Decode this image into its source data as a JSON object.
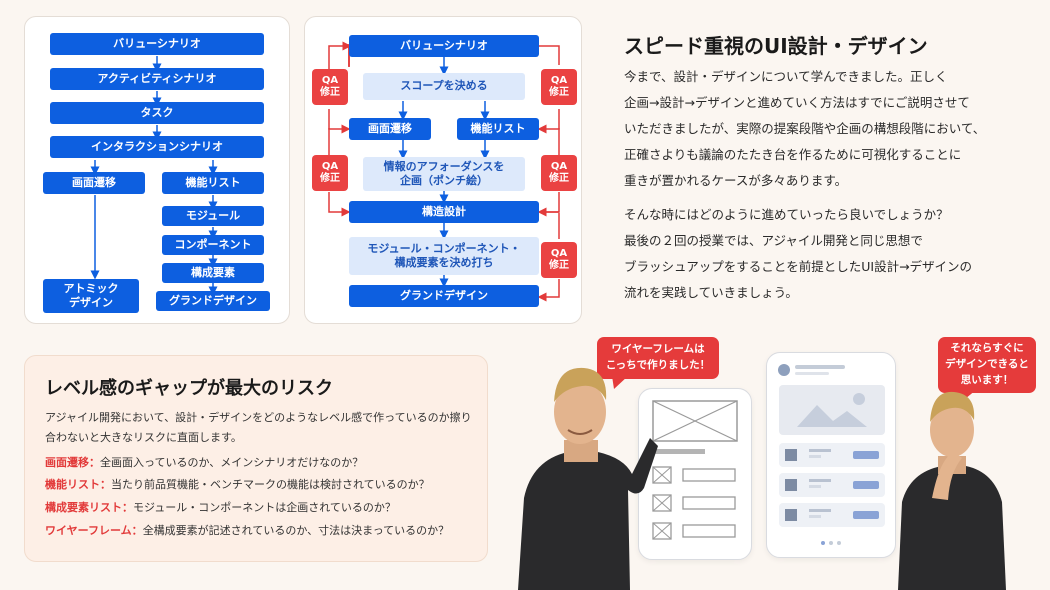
{
  "diagram_left": {
    "boxes": [
      "バリューシナリオ",
      "アクティビティシナリオ",
      "タスク",
      "インタラクションシナリオ",
      "画面遷移",
      "機能リスト",
      "モジュール",
      "コンポーネント",
      "構成要素",
      "アトミック\nデザイン",
      "グランドデザイン"
    ]
  },
  "diagram_right": {
    "boxes": [
      "バリューシナリオ",
      "スコープを決める",
      "画面遷移",
      "機能リスト",
      "情報のアフォーダンスを\n企画（ポンチ絵）",
      "構造設計",
      "モジュール・コンポーネント・\n構成要素を決め打ち",
      "グランドデザイン"
    ],
    "qa_label": "QA\n修正"
  },
  "section": {
    "title": "スピード重視のUI設計・デザイン",
    "para1": [
      "今まで、設計・デザインについて学んできました。正しく",
      "企画→設計→デザインと進めていく方法はすでにご説明させて",
      "いただきましたが、実際の提案段階や企画の構想段階において、",
      "正確さよりも議論のたたき台を作るために可視化することに",
      "重きが置かれるケースが多々あります。"
    ],
    "para2": [
      "そんな時にはどのように進めていったら良いでしょうか？",
      "最後の２回の授業では、アジャイル開発と同じ思想で",
      "ブラッシュアップをすることを前提としたUI設計→デザインの",
      "流れを実践していきましょう。"
    ]
  },
  "risk": {
    "title": "レベル感のギャップが最大のリスク",
    "desc": "アジャイル開発において、設計・デザインをどのようなレベル感で作っているのか擦り合わないと大きなリスクに直面します。",
    "items": [
      {
        "key": "画面遷移：",
        "text": "全画面入っているのか、メインシナリオだけなのか？"
      },
      {
        "key": "機能リスト：",
        "text": "当たり前品質機能・ベンチマークの機能は検討されているのか？"
      },
      {
        "key": "構成要素リスト：",
        "text": "モジュール・コンポーネントは企画されているのか？"
      },
      {
        "key": "ワイヤーフレーム：",
        "text": "全構成要素が記述されているのか、寸法は決まっているのか？"
      }
    ]
  },
  "illustration": {
    "bubble_left": "ワイヤーフレームは\nこっちで作りました！",
    "bubble_right": "それならすぐに\nデザインできると\n思います！"
  }
}
